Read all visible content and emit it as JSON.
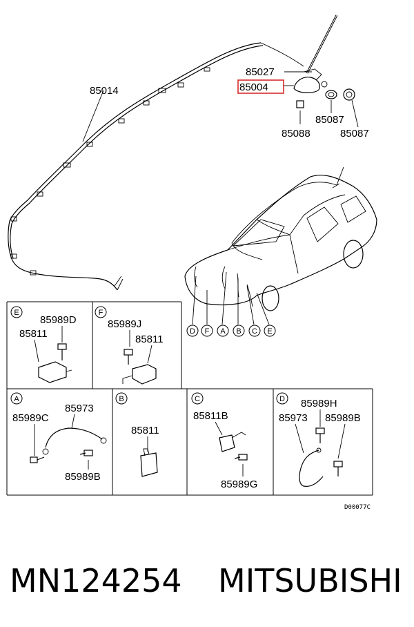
{
  "parts": {
    "harness_main": "85014",
    "antenna_rod": "85027",
    "antenna_base_highlighted": "85004",
    "nut": "85088",
    "washer": "85087",
    "packing": "85087"
  },
  "callouts": [
    "D",
    "F",
    "A",
    "B",
    "C",
    "E"
  ],
  "detail_e": {
    "letter": "E",
    "bolt": "85989D",
    "module": "85811"
  },
  "detail_f": {
    "letter": "F",
    "bolt": "85989J",
    "module": "85811"
  },
  "detail_a": {
    "letter": "A",
    "bolt_left": "85989C",
    "cable": "85973",
    "bolt_right": "85989B"
  },
  "detail_b": {
    "letter": "B",
    "module": "85811"
  },
  "detail_c": {
    "letter": "C",
    "module": "85811B",
    "bolt": "85989G"
  },
  "detail_d": {
    "letter": "D",
    "bolt_top": "85989H",
    "cable": "85973",
    "bolt_right": "85989B"
  },
  "diagram_code": "D00077C",
  "footer": {
    "part_number": "MN124254",
    "brand": "MITSUBISHI"
  },
  "colors": {
    "highlight": "#d92b2b"
  }
}
